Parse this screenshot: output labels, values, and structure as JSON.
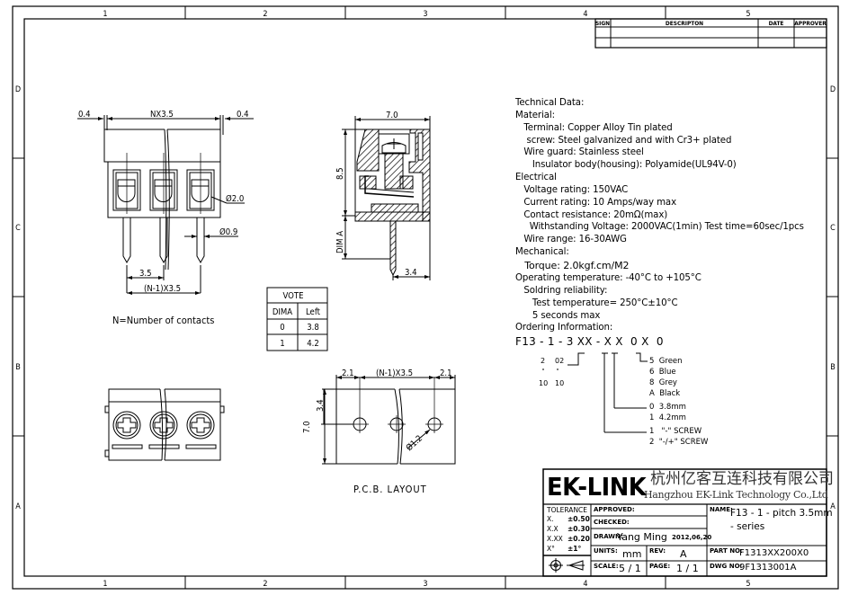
{
  "frame": {
    "columns": [
      "1",
      "2",
      "3",
      "4",
      "5"
    ],
    "rows": [
      "D",
      "C",
      "B",
      "A"
    ]
  },
  "revision_table": {
    "headers": [
      "SIGN",
      "DESCRIPTON",
      "DATE",
      "APPROVER"
    ],
    "rows": [
      [
        "",
        "",
        "",
        ""
      ],
      [
        "",
        "",
        "",
        ""
      ]
    ]
  },
  "front_view": {
    "dim_left": "0.4",
    "dim_span": "NX3.5",
    "dim_right": "0.4",
    "dim_screw_dia": "Ø2.0",
    "dim_pin_dia": "Ø0.9",
    "dim_pitch": "3.5",
    "dim_total_pitch": "(N-1)X3.5",
    "note": "N=Number of contacts"
  },
  "side_view": {
    "dim_width": "7.0",
    "dim_height": "8.5",
    "dim_pin": "DIM A",
    "dim_pin_offset": "3.4"
  },
  "vote_table": {
    "title": "VOTE",
    "headers": [
      "DIMA",
      "Left"
    ],
    "rows": [
      [
        "0",
        "3.8"
      ],
      [
        "1",
        "4.2"
      ]
    ]
  },
  "pcb_layout": {
    "dim_left": "2.1",
    "dim_span": "(N-1)X3.5",
    "dim_right": "2.1",
    "dim_depth": "7.0",
    "dim_hole_offset": "3.4",
    "dim_hole_dia": "Ø1.2",
    "label": "P.C.B. LAYOUT"
  },
  "technical_data": {
    "lines": [
      "Technical Data:",
      "Material:",
      "   Terminal: Copper Alloy Tin plated",
      "    screw: Steel galvanized and with Cr3+ plated",
      "   Wire guard: Stainless steel",
      "      Insulator body(housing): Polyamide(UL94V-0)",
      "Electrical",
      "   Voltage rating: 150VAC",
      "   Current rating: 10 Amps/way max",
      "   Contact resistance: 20mΩ(max)",
      "     Withstanding Voltage: 2000VAC(1min) Test time=60sec/1pcs",
      "   Wire range: 16-30AWG",
      "Mechanical:",
      "   Torque: 2.0kgf.cm/M2",
      "Operating temperature: -40°C to +105°C",
      "   Soldring reliability:",
      "      Test temperature= 250°C±10°C",
      "      5 seconds max",
      "Ordering Information:"
    ],
    "order_code": "F13 - 1 - 3 XX - X X  0 X  0",
    "contacts_from": "2",
    "contacts_from_code": "02",
    "contacts_to": "10",
    "contacts_to_code": "10",
    "colors": [
      "5  Green",
      "6  Blue",
      "8  Grey",
      "A  Black"
    ],
    "dims": [
      "0  3.8mm",
      "1  4.2mm"
    ],
    "screws": [
      "1   \"-\" SCREW",
      "2  \"-/+\" SCREW"
    ]
  },
  "title_block": {
    "logo": "EK-LINK",
    "company_cn": "杭州亿客互连科技有限公司",
    "company_en": "Hangzhou EK-Link Technology Co.,Ltd",
    "tolerance_label": "TOLERANCE",
    "tolerances": [
      [
        "X.",
        "±0.50"
      ],
      [
        "X.X",
        "±0.30"
      ],
      [
        "X.XX",
        "±0.20"
      ],
      [
        "X°",
        "±1°"
      ]
    ],
    "approved_label": "APPROVED:",
    "checked_label": "CHECKED:",
    "drawn_label": "DRAWN:",
    "drawn_by": "Yang Ming",
    "drawn_date": "2012,06,20",
    "units_label": "UNITS:",
    "units": "mm",
    "rev_label": "REV:",
    "rev": "A",
    "scale_label": "SCALE:",
    "scale": "5 / 1",
    "page_label": "PAGE:",
    "page": "1 / 1",
    "name_label": "NAME:",
    "name_line1": "F13 - 1 - pitch 3.5mm",
    "name_line2": "- series",
    "part_no_label": "PART NO:",
    "part_no": "F1313XX200X0",
    "dwg_no_label": "DWG NO:",
    "dwg_no": "9F1313001A"
  }
}
